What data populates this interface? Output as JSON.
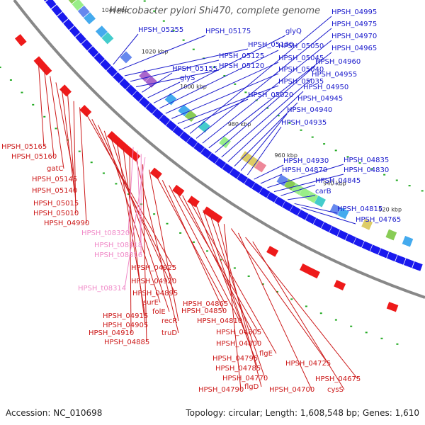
{
  "title": "Helicobacter pylori Shi470, complete genome",
  "footer": {
    "accession": "Accession: NC_010698",
    "summary": "Topology: circular; Length: 1,608,548 bp; Genes: 1,610"
  },
  "colors": {
    "backbone": "#888888",
    "forward_label": "#1a1acc",
    "reverse_label": "#cc1a1a",
    "trna_label": "#f08ac8",
    "forward_gene": "#1a1aee",
    "reverse_gene": "#ee1a1a",
    "gc_tick": "#22aa22"
  },
  "scale_labels": [
    "1040 kbp",
    "1020 kbp",
    "1000 kbp",
    "980 kbp",
    "960 kbp",
    "940 kbp",
    "920 kbp"
  ],
  "forward_labels": [
    "HPSH_05255",
    "HPSH_05175",
    "HPSH_05130",
    "HPSH_05125",
    "HPSH_05120",
    "HPSH_05155",
    "glyS",
    "glyQ",
    "HPSH_05050",
    "HPSH_05045",
    "HPSH_05040",
    "HPSH_05035",
    "HPSH_05020",
    "HPSH_04995",
    "HPSH_04975",
    "HPSH_04970",
    "HPSH_04965",
    "HPSH_04960",
    "HPSH_04955",
    "HPSH_04950",
    "HPSH_04945",
    "HPSH_04940",
    "HPSH_04935",
    "HPSH_04930",
    "HPSH_04870",
    "HPSH_04835",
    "HPSH_04830",
    "HPSH_04845",
    "carB",
    "HPSH_04815",
    "HPSH_04765"
  ],
  "reverse_labels": [
    "HPSH_05165",
    "HPSH_05160",
    "gatC",
    "HPSH_05145",
    "HPSH_05140",
    "HPSH_05015",
    "HPSH_05010",
    "HPSH_04990",
    "HPSH_04925",
    "HPSH_04920",
    "HPSH_04895",
    "surE",
    "folE",
    "HPSH_04915",
    "HPSH_04905",
    "HPSH_04910",
    "truD",
    "HPSH_04885",
    "recR",
    "HPSH_04865",
    "HPSH_04850",
    "HPSH_04810",
    "HPSH_04805",
    "HPSH_04800",
    "flgE",
    "HPSH_04795",
    "HPSH_04785",
    "HPSH_04770",
    "flgD",
    "HPSH_04790",
    "HPSH_04725",
    "HPSH_04700",
    "HPSH_04675",
    "cysS"
  ],
  "trna_labels": [
    "HPSH_t08320",
    "HPSH_t08318",
    "HPSH_t08316",
    "HPSH_t08314"
  ]
}
